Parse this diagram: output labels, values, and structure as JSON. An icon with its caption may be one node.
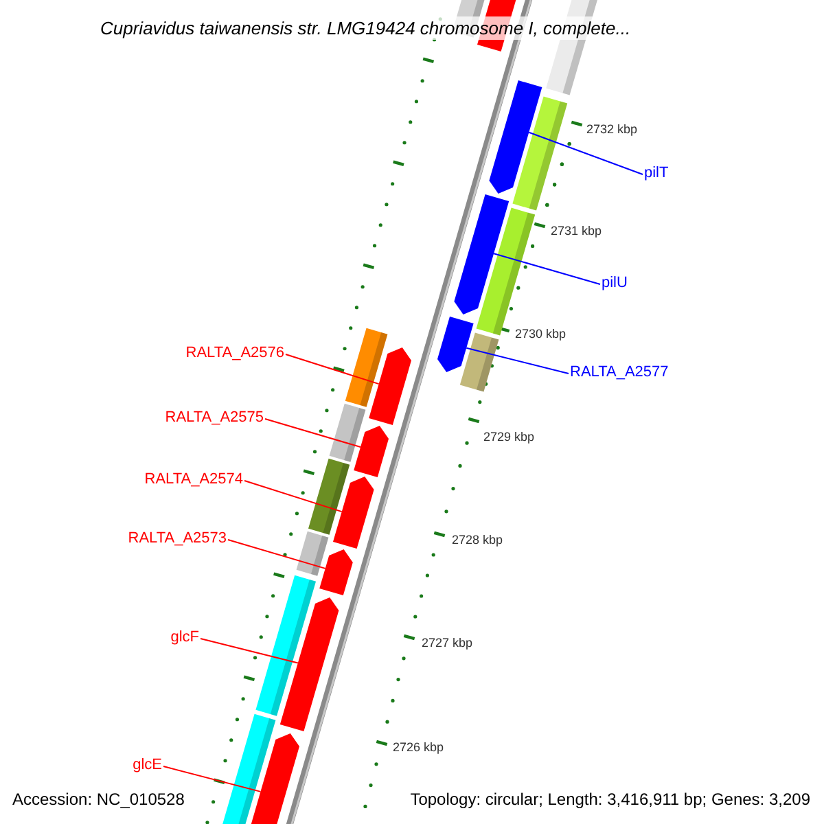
{
  "diagram": {
    "title": "Cupriavidus taiwanensis str. LMG19424 chromosome I, complete...",
    "nodes": [
      {
        "text": [
          "pilT"
        ]
      },
      {
        "text": [
          "pilU"
        ]
      },
      {
        "text": [
          "RALTA_A2577"
        ]
      },
      {
        "text": [
          "RALTA_A2576"
        ]
      },
      {
        "text": [
          "RALTA_A2575"
        ]
      },
      {
        "text": [
          "RALTA_A2574"
        ]
      },
      {
        "text": [
          "RALTA_A2573"
        ]
      },
      {
        "text": [
          "glcF"
        ]
      },
      {
        "text": [
          "glcE"
        ]
      },
      {
        "text": [],
        "shape": "bar"
      },
      {
        "text": [],
        "shape": "bar"
      },
      {
        "text": [],
        "shape": "bar"
      },
      {
        "text": [],
        "shape": "bar"
      },
      {
        "text": [],
        "shape": "bar"
      },
      {
        "text": [],
        "shape": "bar"
      },
      {
        "text": [],
        "shape": "bar"
      },
      {
        "text": [],
        "shape": "bar"
      },
      {
        "text": [],
        "shape": "bar"
      }
    ],
    "edges": [
      {
        "from": 0,
        "to": 9,
        "arrow": "none",
        "color": "#0000ff"
      },
      {
        "from": 1,
        "to": 10,
        "arrow": "none",
        "color": "#0000ff"
      },
      {
        "from": 2,
        "to": 11,
        "arrow": "none",
        "color": "#0000ff"
      },
      {
        "from": 3,
        "to": 12,
        "arrow": "none"
      },
      {
        "from": 4,
        "to": 13,
        "arrow": "none"
      },
      {
        "from": 5,
        "to": 14,
        "arrow": "none"
      },
      {
        "from": 6,
        "to": 15,
        "arrow": "none"
      },
      {
        "from": 7,
        "to": 16,
        "arrow": "none"
      },
      {
        "from": 8,
        "to": 17,
        "arrow": "none"
      }
    ],
    "labels": [
      "2732 kbp",
      "2731 kbp",
      "2730 kbp",
      "2729 kbp",
      "2728 kbp",
      "2727 kbp",
      "2726 kbp",
      "Accession: NC_010528",
      "Topology: circular; Length: 3,416,911 bp; Genes: 3,209"
    ]
  }
}
